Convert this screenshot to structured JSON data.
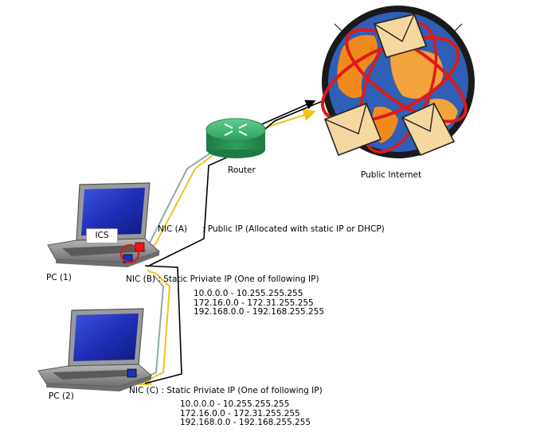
{
  "labels": {
    "router": "Router",
    "internet": "Public Internet",
    "ics": "ICS",
    "pc1": "PC (1)",
    "pc2": "PC (2)",
    "nic_a": "NIC (A)",
    "nic_a_desc": ": Public IP (Allocated with static IP or DHCP)",
    "nic_b": "NIC (B) : Static Priviate IP (One of following IP)",
    "nic_c": "NIC (C) : Static Priviate IP (One of following IP)"
  },
  "ip_ranges_b": [
    "10.0.0.0 - 10.255.255.255",
    "172.16.0.0 - 172.31.255.255",
    "192.168.0.0 - 192.168.255.255"
  ],
  "ip_ranges_c": [
    "10.0.0.0 - 10.255.255.255",
    "172.16.0.0 - 172.31.255.255",
    "192.168.0.0 - 192.168.255.255"
  ],
  "colors": {
    "cable_gray": "#8fa8ae",
    "cable_yellow": "#f2c21a",
    "cable_black": "#000000",
    "router_green": "#2e9e5e",
    "globe_blue": "#2f5fb6",
    "globe_orange": "#f08a1c",
    "orbit_red": "#e01919",
    "envelope": "#f6d7a0",
    "screen_blue": "#1e2fb8",
    "laptop_gray": "#8c8c8c",
    "nic_red": "#e8141c",
    "nic_blue": "#1c34b8"
  }
}
